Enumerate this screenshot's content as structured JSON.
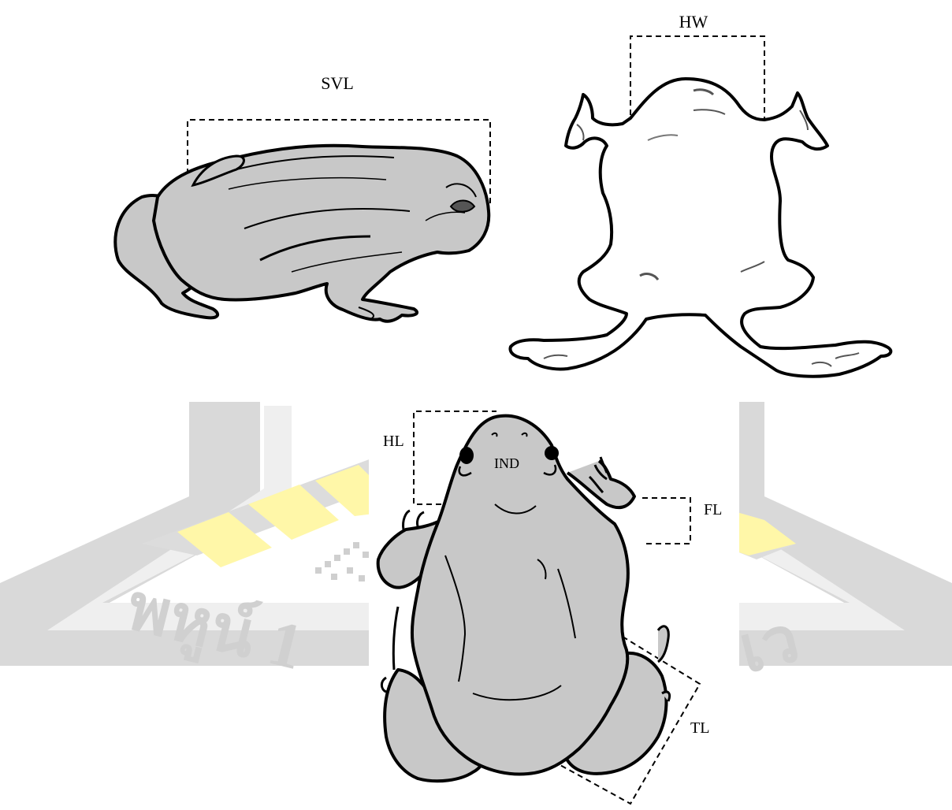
{
  "labels": {
    "svl": "SVL",
    "hw": "HW",
    "hl": "HL",
    "ind": "IND",
    "fl": "FL",
    "tl": "TL"
  },
  "watermark": {
    "text_left": "พหูน์ 1",
    "text_right": "เว"
  },
  "colors": {
    "body_fill": "#c8c8c8",
    "outline": "#000000",
    "watermark_gray": "#d9d9d9",
    "watermark_yellow": "#fff7a8",
    "dashed": "#000000"
  }
}
